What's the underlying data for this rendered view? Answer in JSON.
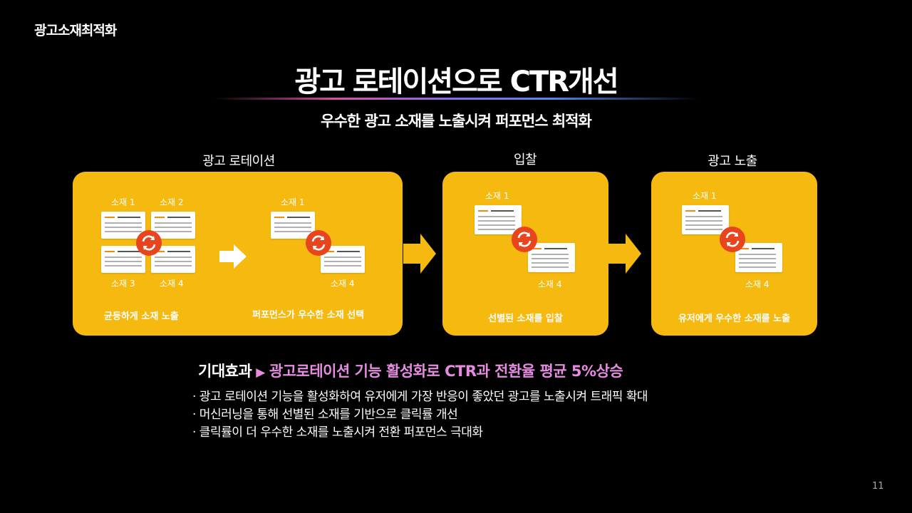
{
  "corner_title": "광고소재최적화",
  "title": "광고 로테이션으로 CTR개선",
  "subtitle": "우수한 광고 소재를 노출시켜 퍼포먼스 최적화",
  "sections": {
    "rotation": "광고 로테이션",
    "bidding": "입찰",
    "exposure": "광고 노출"
  },
  "panel1": {
    "left_tags": [
      "소재 1",
      "소재 2",
      "소재 3",
      "소재 4"
    ],
    "right_tags": [
      "소재 1",
      "소재 4"
    ],
    "left_caption": "균등하게 소재 노출",
    "right_caption": "퍼포먼스가 우수한 소재 선택"
  },
  "panel2": {
    "tags": [
      "소재 1",
      "소재 4"
    ],
    "caption": "선별된 소재를 입찰"
  },
  "panel3": {
    "tags": [
      "소재 1",
      "소재 4"
    ],
    "caption": "유저에게 우수한 소재를 노출"
  },
  "effect": {
    "label": "기대효과",
    "arrow": "▶",
    "value": "광고로테이션 기능 활성화로 CTR과 전환율 평균 5%상승"
  },
  "bullets": [
    "· 광고 로테이션 기능을 활성화하여 유저에게 가장 반응이 좋았던 광고를 노출시켜 트래픽 확대",
    "· 머신러닝을 통해 선별된 소재를 기반으로 클릭률 개선",
    "· 클릭률이 더 우수한 소재를 노출시켜 전환 퍼포먼스 극대화"
  ],
  "page_number": "11",
  "colors": {
    "panel": "#f6b90f",
    "accent_pink": "#e58be0",
    "sync_icon": "#e8451e",
    "card_orange": "#f08a12"
  }
}
